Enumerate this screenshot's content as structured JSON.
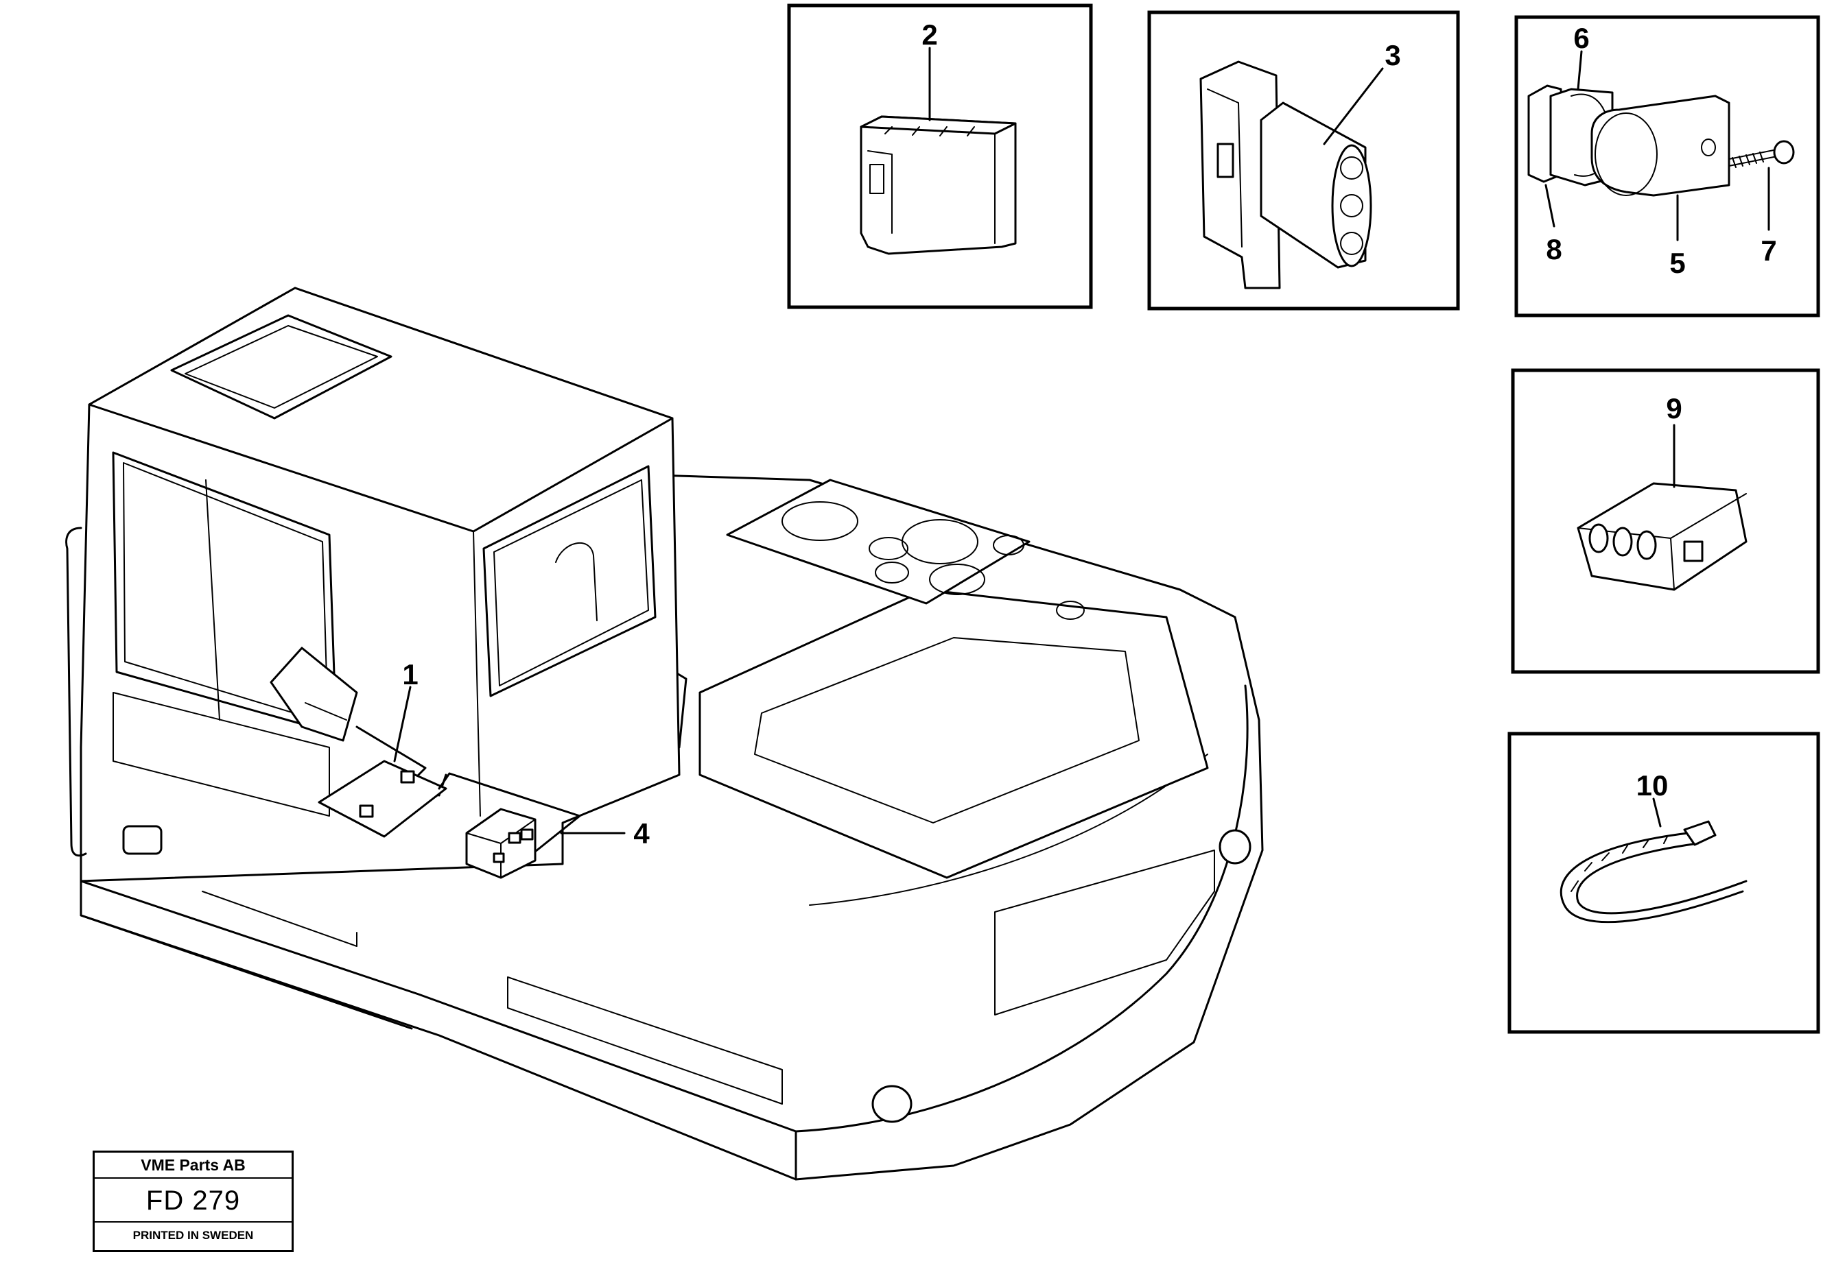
{
  "callouts": {
    "c1": "1",
    "c2": "2",
    "c3": "3",
    "c4": "4",
    "c5": "5",
    "c6": "6",
    "c7": "7",
    "c8": "8",
    "c9": "9",
    "c10": "10"
  },
  "stamp": {
    "company": "VME Parts AB",
    "code": "FD 279",
    "printed": "PRINTED IN SWEDEN"
  }
}
